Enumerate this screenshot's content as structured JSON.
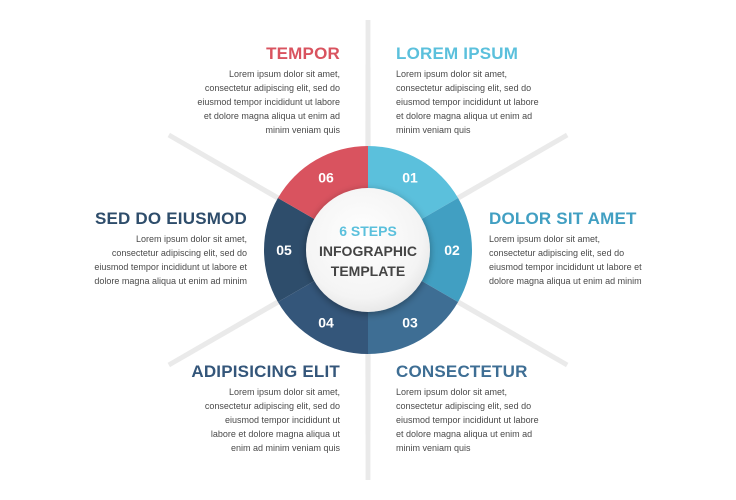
{
  "center": {
    "line1": "6 STEPS",
    "line2": "INFOGRAPHIC",
    "line3": "TEMPLATE"
  },
  "colors": {
    "red": "#d9535f",
    "light_blue": "#5bc0dc",
    "mid_blue": "#419fc2",
    "steel_blue": "#3e6e94",
    "navy": "#34567a",
    "dark_navy": "#2e4d6b",
    "text": "#4a4a4a"
  },
  "segments": [
    {
      "number": "01",
      "color": "#5bc0dc"
    },
    {
      "number": "02",
      "color": "#419fc2"
    },
    {
      "number": "03",
      "color": "#3e6e94"
    },
    {
      "number": "04",
      "color": "#34567a"
    },
    {
      "number": "05",
      "color": "#2e4d6b"
    },
    {
      "number": "06",
      "color": "#d9535f"
    }
  ],
  "blocks": [
    {
      "id": "tempor",
      "title": "TEMPOR",
      "color": "#d9535f",
      "lines": [
        "Lorem ipsum dolor sit amet,",
        "consectetur adipiscing elit, sed do",
        "eiusmod tempor incididunt ut labore",
        "et dolore magna aliqua ut enim ad",
        "minim veniam quis"
      ]
    },
    {
      "id": "lorem-ipsum",
      "title": "LOREM IPSUM",
      "color": "#5bc0dc",
      "lines": [
        "Lorem ipsum dolor sit amet,",
        "consectetur adipiscing elit, sed do",
        "eiusmod tempor incididunt ut labore",
        "et dolore magna aliqua ut enim ad",
        "minim veniam quis"
      ]
    },
    {
      "id": "sed-do-eiusmod",
      "title": "SED DO EIUSMOD",
      "color": "#2e4d6b",
      "lines": [
        "Lorem ipsum dolor sit amet,",
        "consectetur adipiscing elit, sed do",
        "eiusmod tempor incididunt ut labore et",
        "dolore magna aliqua ut enim ad minim"
      ]
    },
    {
      "id": "dolor-sit-amet",
      "title": "DOLOR SIT AMET",
      "color": "#419fc2",
      "lines": [
        "Lorem ipsum dolor sit amet,",
        "consectetur adipiscing elit, sed do",
        "eiusmod tempor incididunt ut labore et",
        "dolore magna aliqua ut enim ad minim"
      ]
    },
    {
      "id": "adipisicing-elit",
      "title": "ADIPISICING ELIT",
      "color": "#34567a",
      "lines": [
        "Lorem ipsum dolor sit amet,",
        "consectetur adipiscing elit, sed do",
        "eiusmod tempor incididunt ut",
        "labore et dolore magna aliqua ut",
        "enim ad minim veniam quis"
      ]
    },
    {
      "id": "consectetur",
      "title": "CONSECTETUR",
      "color": "#3e6e94",
      "lines": [
        "Lorem ipsum dolor sit amet,",
        "consectetur adipiscing elit, sed do",
        "eiusmod tempor incididunt ut labore",
        "et dolore magna aliqua ut enim ad",
        "minim veniam quis"
      ]
    }
  ]
}
